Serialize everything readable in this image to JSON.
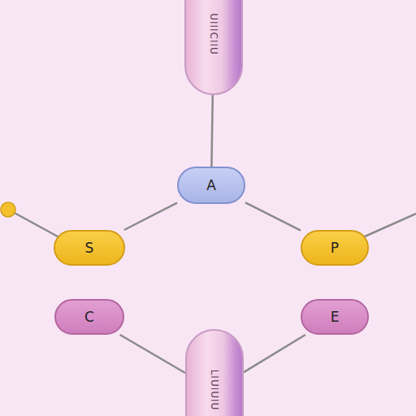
{
  "diagram": {
    "nodes": [
      {
        "text": [
          "UIIICIIU"
        ]
      },
      {
        "text": [
          "A"
        ]
      },
      {
        "text": [
          "S"
        ]
      },
      {
        "text": [
          "P"
        ]
      },
      {
        "text": [
          "C"
        ]
      },
      {
        "text": [
          "E"
        ]
      },
      {
        "text": [
          "LIUIUIU"
        ]
      }
    ],
    "edges": [
      {
        "from": 0,
        "to": 1,
        "arrow": "none"
      },
      {
        "from": 1,
        "to": 2,
        "arrow": "none"
      },
      {
        "from": 1,
        "to": 3,
        "arrow": "none"
      },
      {
        "from": 4,
        "to": 6,
        "arrow": "none"
      },
      {
        "from": 5,
        "to": 6,
        "arrow": "none"
      }
    ]
  }
}
